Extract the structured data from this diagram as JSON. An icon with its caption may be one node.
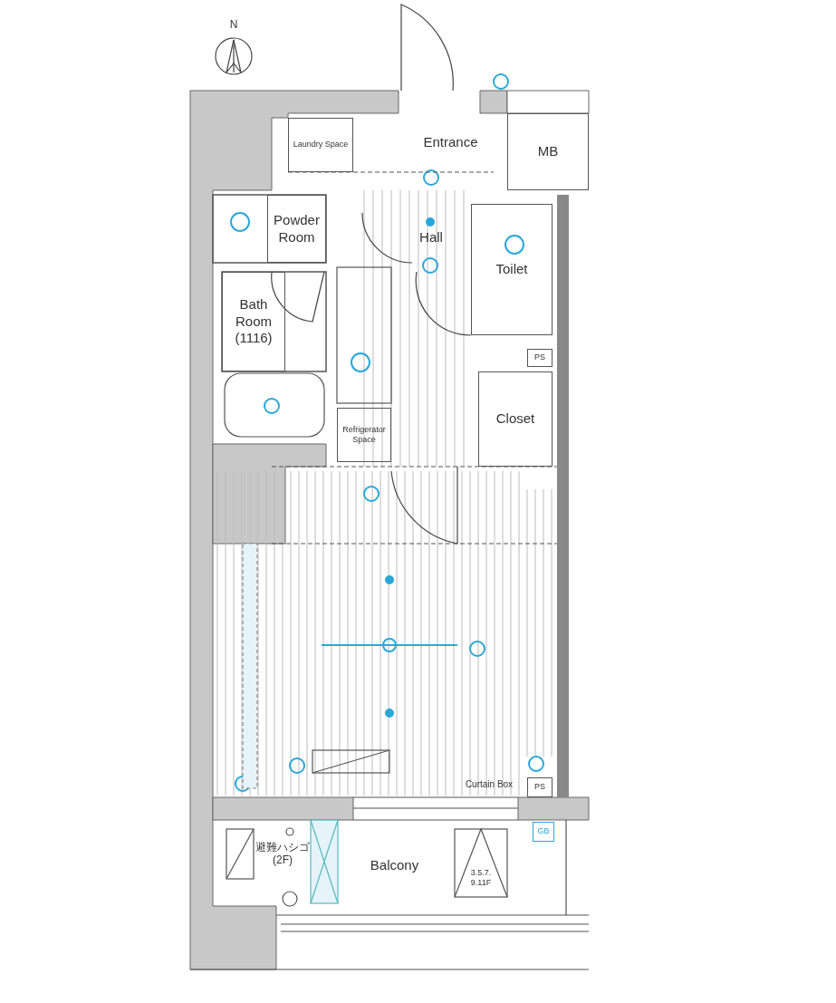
{
  "diagram": {
    "nodes": [
      {
        "text": [
          "Laundry Space"
        ]
      },
      {
        "text": [
          "Entrance"
        ]
      },
      {
        "text": [
          "MB"
        ]
      },
      {
        "text": [
          "Powder Room"
        ]
      },
      {
        "text": [
          "Hall"
        ]
      },
      {
        "text": [
          "Toilet"
        ]
      },
      {
        "text": [
          "Bath Room (1116)"
        ]
      },
      {
        "text": [
          "Refrigerator Space"
        ]
      },
      {
        "text": [
          "PS"
        ]
      },
      {
        "text": [
          "Closet"
        ]
      },
      {
        "text": [
          "PS"
        ]
      },
      {
        "text": [
          "GB"
        ]
      },
      {
        "text": [
          "Balcony"
        ]
      }
    ],
    "labels": [
      "N",
      "Curtain Box",
      "避難ハシゴ (2F)",
      "3.5.7. 9.11F"
    ]
  }
}
